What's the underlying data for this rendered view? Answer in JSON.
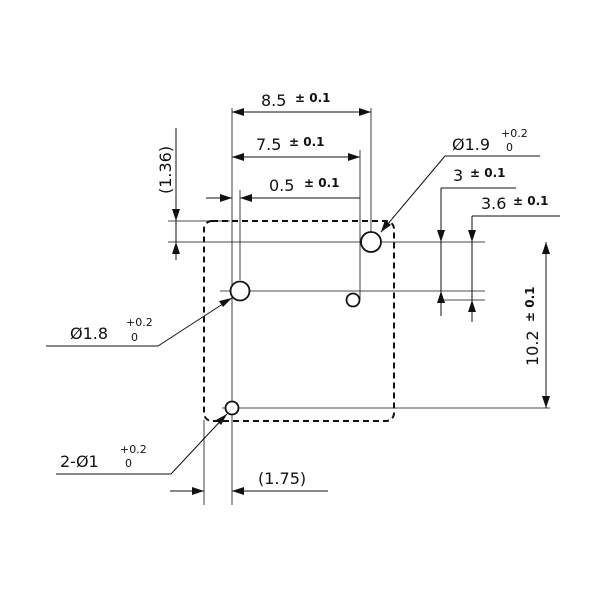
{
  "dimensions": {
    "overall_width": {
      "value": "8.5",
      "tolerance": "± 0.1"
    },
    "pin_spacing": {
      "value": "7.5",
      "tolerance": "± 0.1"
    },
    "pin_offset": {
      "value": "0.5",
      "tolerance": "± 0.1"
    },
    "top_margin": {
      "value": "(1.36)"
    },
    "large_hole": {
      "value": "Ø1.9",
      "tol_upper": "+0.2",
      "tol_lower": "0"
    },
    "vertical_3": {
      "value": "3",
      "tolerance": "± 0.1"
    },
    "vertical_3_6": {
      "value": "3.6",
      "tolerance": "± 0.1"
    },
    "height": {
      "value": "10.2",
      "tolerance": "± 0.1"
    },
    "medium_hole": {
      "value": "Ø1.8",
      "tol_upper": "+0.2",
      "tol_lower": "0"
    },
    "small_holes": {
      "value": "2-Ø1",
      "tol_upper": "+0.2",
      "tol_lower": "0"
    },
    "left_margin": {
      "value": "(1.75)"
    }
  }
}
